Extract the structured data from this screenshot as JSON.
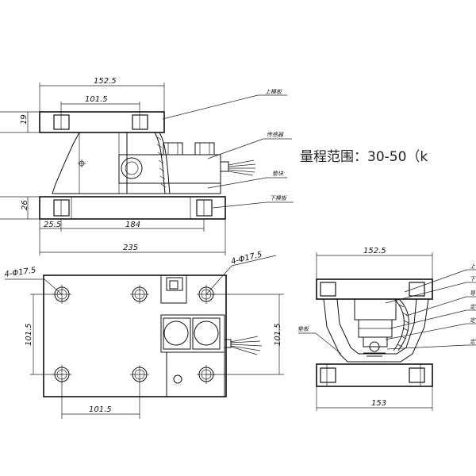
{
  "range_label": "量程范围：30-50（k",
  "top_view": {
    "dims": {
      "top_width": "152.5",
      "inner_width": "101.5",
      "height_19": "19",
      "height_26": "26",
      "offset": "25.5",
      "base_length": "184",
      "overall": "235"
    },
    "labels": {
      "upper_plate": "上模板",
      "sensor": "传感器",
      "pad_block": "垫块",
      "lower_plate": "下模板"
    }
  },
  "plan_view": {
    "dims": {
      "holes_left": "4-Φ17.5",
      "holes_right": "4-Φ17.5",
      "vertical_left": "101.5",
      "vertical_right": "101.5",
      "bottom": "101.5"
    }
  },
  "side_view": {
    "dims": {
      "top_width": "152.5",
      "bottom_width": "153"
    },
    "labels": {
      "pad": "垫板",
      "right_1": "上",
      "right_2": "下",
      "right_3": "导",
      "right_4": "定",
      "right_5": "定",
      "right_6": "定"
    }
  }
}
